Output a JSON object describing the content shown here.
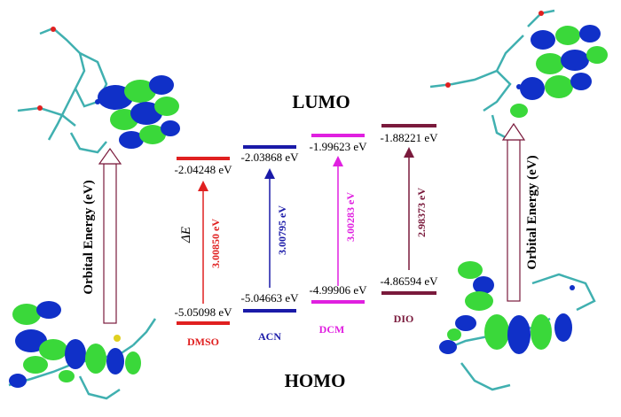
{
  "labels": {
    "lumo": "LUMO",
    "homo": "HOMO",
    "axis_left": "Orbital Energy (eV)",
    "axis_right": "Orbital Energy (eV)",
    "delta_e": "ΔE"
  },
  "solvents": [
    {
      "name": "DMSO",
      "lumo": "-2.04248 eV",
      "homo": "-5.05098 eV",
      "gap": "3.00850 eV",
      "color": "#e02020"
    },
    {
      "name": "ACN",
      "lumo": "-2.03868 eV",
      "homo": "-5.04663 eV",
      "gap": "3.00795 eV",
      "color": "#1a1aa8"
    },
    {
      "name": "DCM",
      "lumo": "-1.99623 eV",
      "homo": "-4.99906 eV",
      "gap": "3.00283 eV",
      "color": "#e020e0"
    },
    {
      "name": "DIO",
      "lumo": "-1.88221 eV",
      "homo": "-4.86594 eV",
      "gap": "2.98373 eV",
      "color": "#7a1a3c"
    }
  ],
  "colors": {
    "orbital_positive": "#2a8a2a",
    "orbital_negative": "#1030c8",
    "axis_arrow": "#7a1a3c",
    "bond": "#40b0b0"
  },
  "orbital_images": [
    {
      "name": "lumo-molecule-left"
    },
    {
      "name": "homo-molecule-left"
    },
    {
      "name": "lumo-molecule-right"
    },
    {
      "name": "homo-molecule-right"
    }
  ]
}
